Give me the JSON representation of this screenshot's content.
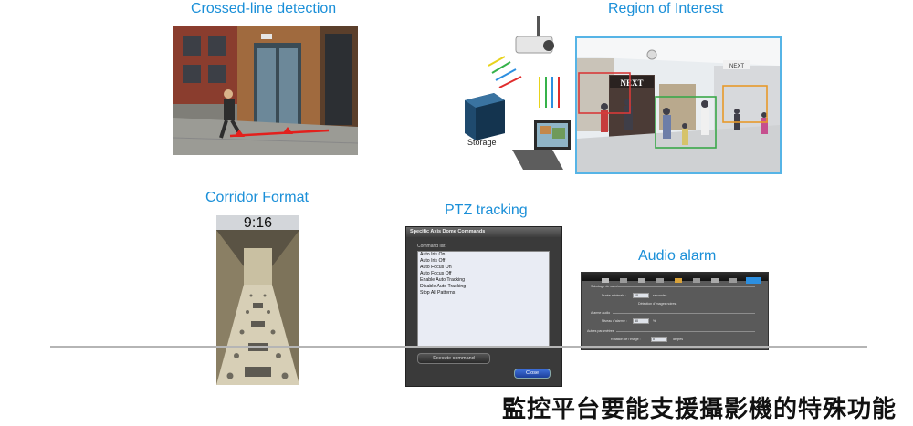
{
  "titles": {
    "crossed_line": "Crossed-line detection",
    "region_of_interest": "Region of Interest",
    "corridor_format": "Corridor Format",
    "ptz_tracking": "PTZ tracking",
    "audio_alarm": "Audio alarm"
  },
  "storage_label": "Storage",
  "roi_store_sign": "NEXT",
  "roi_sign_2": "NEXT",
  "corridor_clock": "9:16",
  "ptz_window": {
    "title": "Specific Axis Dome Commands",
    "group_label": "Command list",
    "commands": [
      "Auto Iris On",
      "Auto Iris Off",
      "Auto Focus On",
      "Auto Focus Off",
      "Enable Auto Tracking",
      "Disable Auto Tracking",
      "Stop All Patterns"
    ],
    "execute_button": "Execute command",
    "close_button": "Close"
  },
  "audio_panel": {
    "section1": "Sabotage de caméra",
    "duration_label": "Durée minimale :",
    "duration_value": "10",
    "duration_unit": "secondes",
    "checkbox_label": "Détection d'images noires",
    "section2": "Alarme audio",
    "level_label": "Niveau d'alarme :",
    "level_value": "50",
    "level_unit": "%",
    "section3": "Autres paramètres",
    "rotation_label": "Rotation de l'image :",
    "rotation_value": "0",
    "rotation_unit": "degrés"
  },
  "caption": "監控平台要能支援攝影機的特殊功能",
  "colors": {
    "title_blue": "#1a8fd8",
    "roi_border": "#56b4e6",
    "line_gray": "#b5b5b5",
    "roi_red": "#d83a3a",
    "roi_green": "#3aa84a",
    "roi_orange": "#e89a2a",
    "crossing_line": "#e3201c"
  }
}
